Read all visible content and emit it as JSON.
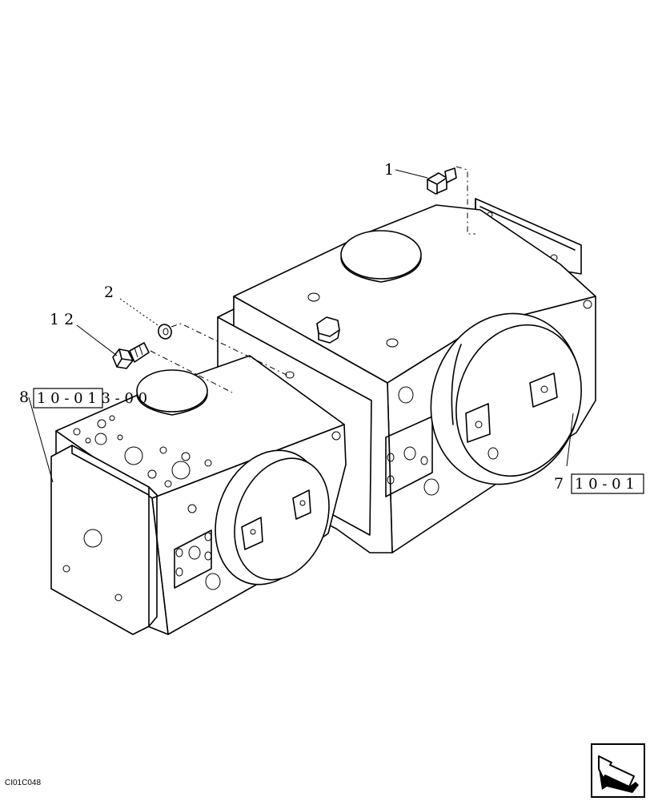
{
  "callouts": {
    "c1": "1",
    "c2": "2",
    "c12": "1 2",
    "c8": "8",
    "c7": "7"
  },
  "refs": {
    "ref8": "1 0 - 0 1 3 - 0 0",
    "ref7": "1 0 - 0 1"
  },
  "figure_code": "CI01C048",
  "icons": {
    "nav": "arrow-box-icon"
  }
}
